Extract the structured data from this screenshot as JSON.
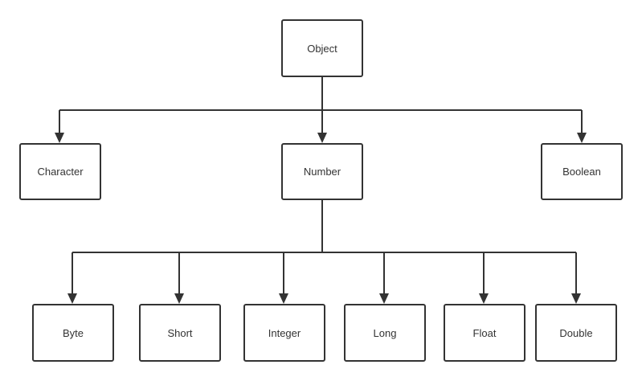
{
  "diagram": {
    "root": {
      "label": "Object"
    },
    "level1": [
      {
        "label": "Character"
      },
      {
        "label": "Number"
      },
      {
        "label": "Boolean"
      }
    ],
    "level2": [
      {
        "label": "Byte"
      },
      {
        "label": "Short"
      },
      {
        "label": "Integer"
      },
      {
        "label": "Long"
      },
      {
        "label": "Float"
      },
      {
        "label": "Double"
      }
    ]
  }
}
